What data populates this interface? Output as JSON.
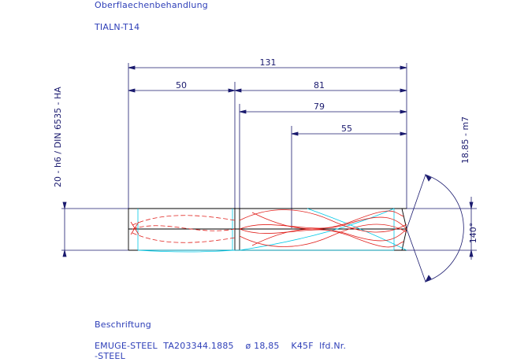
{
  "header": {
    "surface_label": "Oberflaechenbehandlung",
    "coating": "TIALN-T14"
  },
  "drawing": {
    "dim_overall": "131",
    "dim_shank": "50",
    "dim_flute_total": "81",
    "dim_79": "79",
    "dim_55": "55",
    "shank_spec": "20 - h6 / DIN 6535 - HA",
    "diameter_spec": "18.85  - m7",
    "point_angle": "140°",
    "colors": {
      "dimension": "#1a1a6e",
      "edge": "#000000",
      "helix": "#e0201c",
      "cyan": "#00c8e6",
      "text": "#2e3fb8"
    }
  },
  "footer": {
    "label": "Beschriftung",
    "marking_line1": "EMUGE-STEEL  TA203344.1885    ø 18,85    K45F  lfd.Nr.",
    "marking_line2": "-STEEL"
  }
}
